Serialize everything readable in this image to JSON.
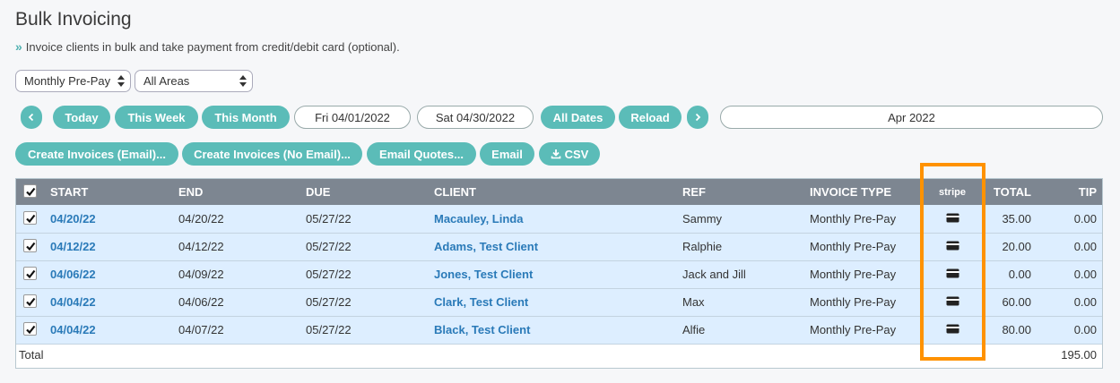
{
  "header": {
    "title": "Bulk Invoicing",
    "subtitle": "Invoice clients in bulk and take payment from credit/debit card (optional)."
  },
  "filters": {
    "invoice_type_selected": "Monthly Pre-Pay",
    "area_selected": "All Areas"
  },
  "date_nav": {
    "today": "Today",
    "this_week": "This Week",
    "this_month": "This Month",
    "start_date": "Fri 04/01/2022",
    "end_date": "Sat 04/30/2022",
    "all_dates": "All Dates",
    "reload": "Reload",
    "period": "Apr 2022"
  },
  "actions": {
    "create_email": "Create Invoices (Email)...",
    "create_no_email": "Create Invoices (No Email)...",
    "email_quotes": "Email Quotes...",
    "email": "Email",
    "csv": "CSV"
  },
  "table": {
    "headers": {
      "start": "START",
      "end": "END",
      "due": "DUE",
      "client": "CLIENT",
      "ref": "REF",
      "invoice_type": "INVOICE TYPE",
      "stripe": "stripe",
      "total": "TOTAL",
      "tip": "TIP"
    },
    "rows": [
      {
        "start": "04/20/22",
        "end": "04/20/22",
        "due": "05/27/22",
        "client": "Macauley, Linda",
        "ref": "Sammy",
        "type": "Monthly Pre-Pay",
        "total": "35.00",
        "tip": "0.00"
      },
      {
        "start": "04/12/22",
        "end": "04/12/22",
        "due": "05/27/22",
        "client": "Adams, Test Client",
        "ref": "Ralphie",
        "type": "Monthly Pre-Pay",
        "total": "20.00",
        "tip": "0.00"
      },
      {
        "start": "04/06/22",
        "end": "04/09/22",
        "due": "05/27/22",
        "client": "Jones, Test Client",
        "ref": "Jack and Jill",
        "type": "Monthly Pre-Pay",
        "total": "0.00",
        "tip": "0.00"
      },
      {
        "start": "04/04/22",
        "end": "04/06/22",
        "due": "05/27/22",
        "client": "Clark, Test Client",
        "ref": "Max",
        "type": "Monthly Pre-Pay",
        "total": "60.00",
        "tip": "0.00"
      },
      {
        "start": "04/04/22",
        "end": "04/07/22",
        "due": "05/27/22",
        "client": "Black, Test Client",
        "ref": "Alfie",
        "type": "Monthly Pre-Pay",
        "total": "80.00",
        "tip": "0.00"
      }
    ],
    "footer": {
      "label": "Total",
      "total": "195.00"
    }
  },
  "colors": {
    "accent": "#5bbcb8",
    "header_bg": "#7d8691",
    "row_bg": "#ddeeff",
    "link": "#2a7ab8",
    "highlight": "#ff9200"
  },
  "icons": [
    "double-chevron-right-icon",
    "chevron-left-icon",
    "chevron-right-icon",
    "download-icon",
    "credit-card-icon",
    "checkmark-icon",
    "select-arrows-icon"
  ]
}
